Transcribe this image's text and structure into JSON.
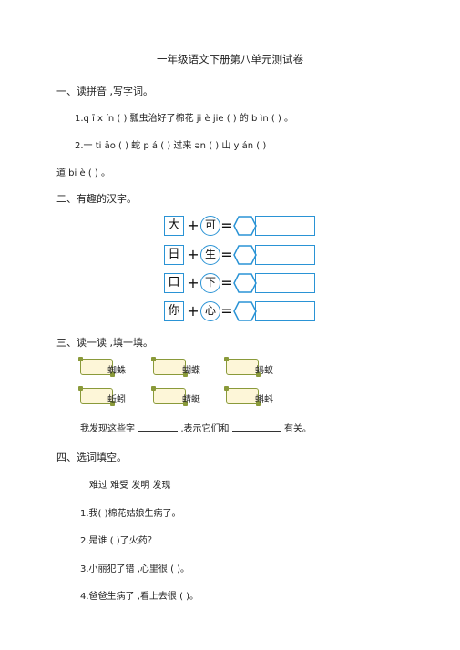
{
  "title": "一年级语文下册第八单元测试卷",
  "section1": {
    "heading": "一、读拼音 ,写字词。",
    "line1": "1.q  ī x ín  (            ) 瓢虫治好了棉花  ji è jie (            ) 的 b ìn  (           ) 。",
    "line2": "2.一 ti ǎo  (       )  蛇  p á  (       )  过来     ən  (        )  山  y án      (              )",
    "line3": "道 bi è  (            )  。"
  },
  "section2": {
    "heading": "二、有趣的汉字。",
    "rows": [
      {
        "left": "大",
        "right": "可"
      },
      {
        "left": "日",
        "right": "生"
      },
      {
        "left": "口",
        "right": "下"
      },
      {
        "left": "你",
        "right": "心"
      }
    ],
    "plus": "+",
    "equals": "="
  },
  "section3": {
    "heading": "三、读一读 ,填一填。",
    "row1": [
      "蜘蛛",
      "蝴蝶",
      "蚂蚁"
    ],
    "row2": [
      "蚯蚓",
      "蜻蜓",
      "蝌蚪"
    ],
    "sentence_a": "我发现这些字",
    "sentence_b": ",表示它们和",
    "sentence_c": "有关。"
  },
  "section4": {
    "heading": "四、选词填空。",
    "words": "难过     难受     发明     发现",
    "items": [
      "1.我(             )棉花姑娘生病了。",
      "2.是谁 (           )了火药？",
      "3.小丽犯了错 ,心里很 (            )。",
      "4.爸爸生病了 ,看上去很 (            )。"
    ]
  }
}
